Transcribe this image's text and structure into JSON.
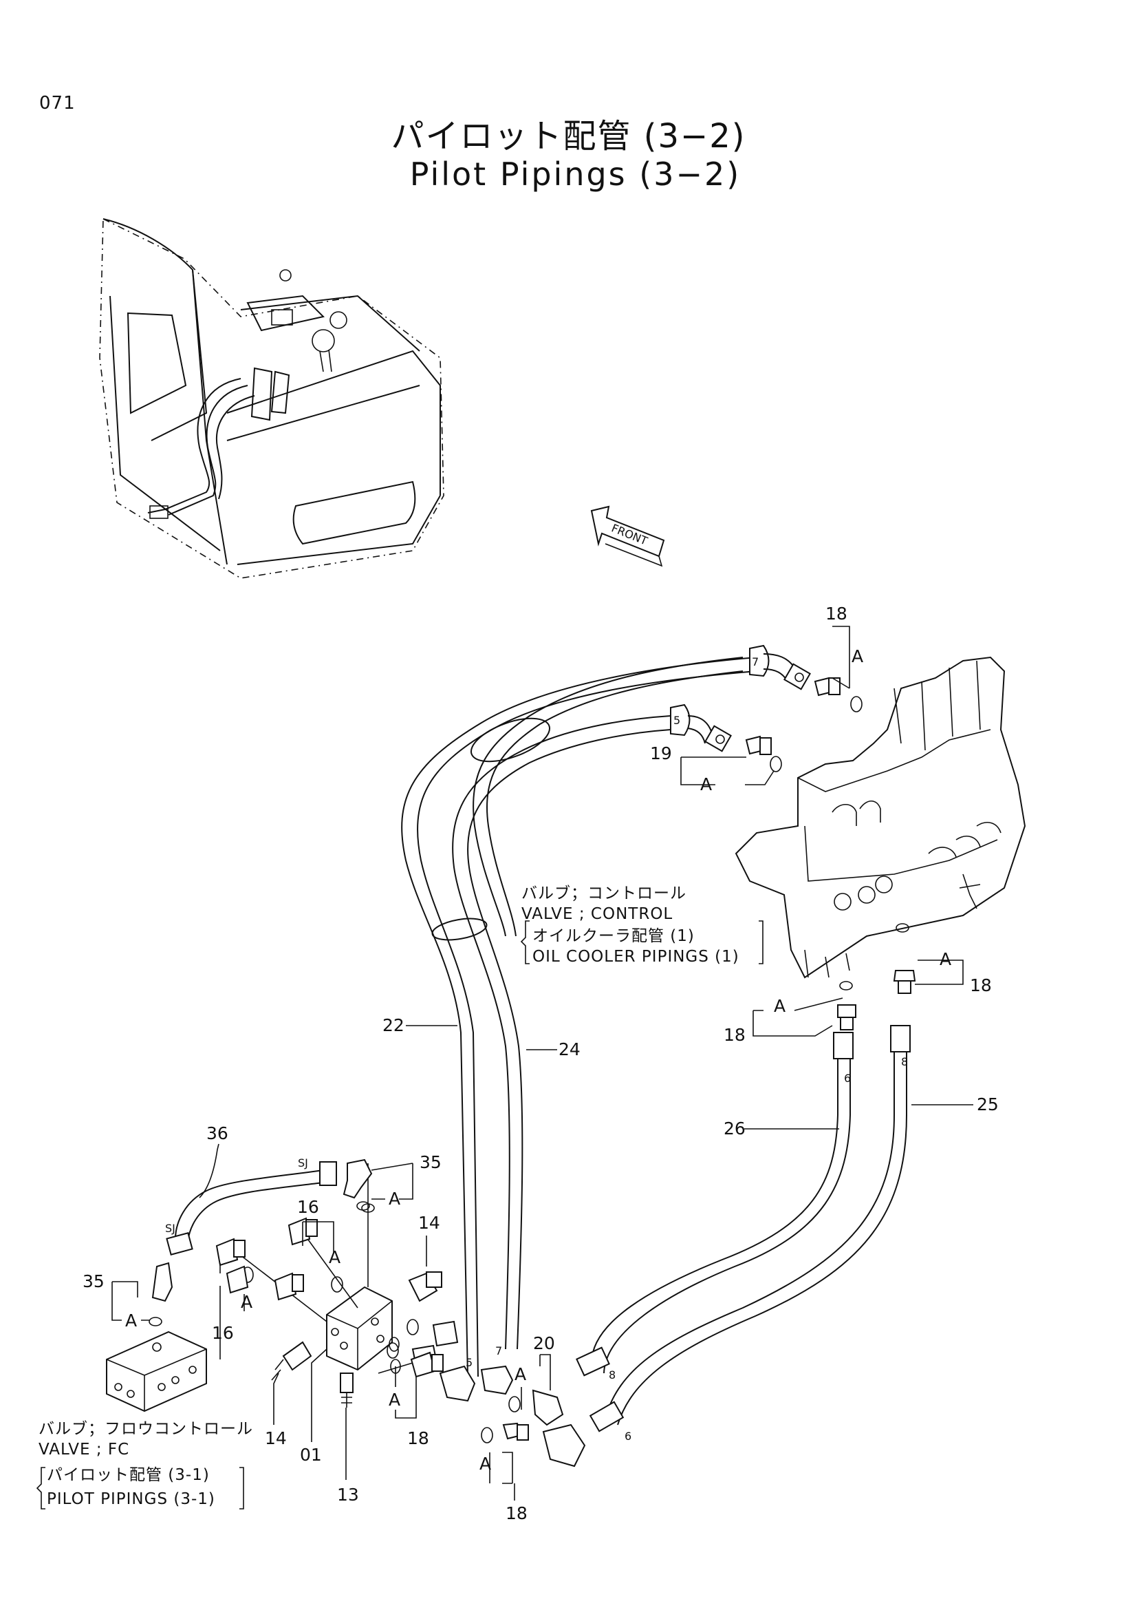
{
  "page_number": "071",
  "title_jp": "パイロット配管 (3−2)",
  "title_en": "Pilot Pipings (3−2)",
  "front_arrow_label": "FRONT",
  "callouts": {
    "c18_top": "18",
    "c19": "19",
    "c18_right": "18",
    "c18_mid": "18",
    "c22": "22",
    "c24": "24",
    "c25": "25",
    "c26": "26",
    "c36": "36",
    "c35_right": "35",
    "c35_left": "35",
    "c16_top": "16",
    "c16_left": "16",
    "c14_right": "14",
    "c14_left": "14",
    "c01": "01",
    "c13": "13",
    "c18_b1": "18",
    "c18_b2": "18",
    "c20": "20"
  },
  "a_marks": {
    "a1": "A",
    "a2": "A",
    "a3": "A",
    "a4": "A",
    "a5": "A",
    "a6": "A",
    "a7": "A",
    "a8": "A",
    "a9": "A",
    "a10": "A",
    "a11": "A"
  },
  "hose_marks": {
    "h7a": "7",
    "h5a": "5",
    "h6a": "6",
    "h8a": "8",
    "h5b": "5",
    "h7b": "7",
    "h8b": "8",
    "h6b": "6",
    "sj1": "SJ",
    "sj2": "SJ"
  },
  "notes": {
    "control_valve": {
      "jp": "バルブ；コントロール",
      "en": "VALVE ; CONTROL",
      "ref_jp": "オイルクーラ配管 (1)",
      "ref_en": "OIL  COOLER  PIPINGS (1)"
    },
    "fc_valve": {
      "jp": "バルブ；フロウコントロール",
      "en": "VALVE ; FC",
      "ref_jp": "パイロット配管 (3-1)",
      "ref_en": "PILOT  PIPINGS (3-1)"
    }
  }
}
